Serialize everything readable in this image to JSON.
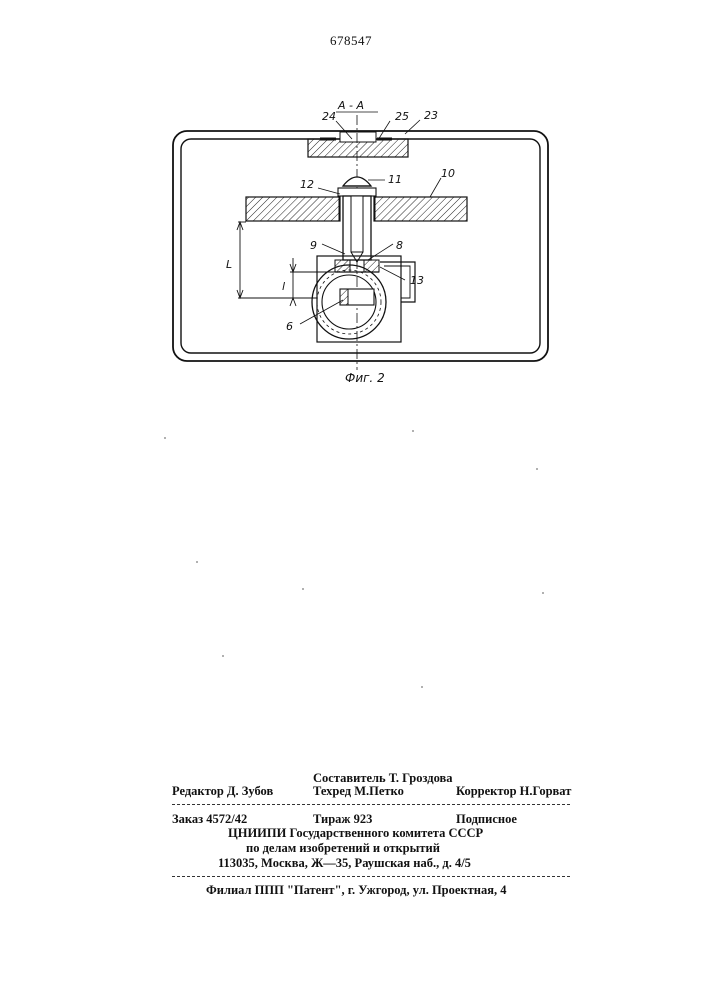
{
  "page": {
    "patent_number": "678547"
  },
  "figure": {
    "section_label": "А - А",
    "caption": "Фиг. 2",
    "labels": {
      "l24": "24",
      "l25": "25",
      "l23": "23",
      "l12": "12",
      "l11": "11",
      "l10": "10",
      "l9": "9",
      "l8": "8",
      "l13": "13",
      "l6": "6",
      "dimL": "L",
      "diml": "l"
    }
  },
  "imprint": {
    "compiler": "Составитель Т. Гроздова",
    "editor": "Редактор Д. Зубов",
    "techred": "Техред М.Петко",
    "corrector": "Корректор Н.Горват",
    "order": "Заказ 4572/42",
    "tirazh": "Тираж 923",
    "podpisnoe": "Подписное",
    "org_line1": "ЦНИИПИ Государственного комитета СССР",
    "org_line2": "по делам изобретений и открытий",
    "address": "113035, Москва, Ж—35, Раушская наб., д. 4/5",
    "branch": "Филиал ППП \"Патент\", г. Ужгород, ул. Проектная, 4"
  }
}
